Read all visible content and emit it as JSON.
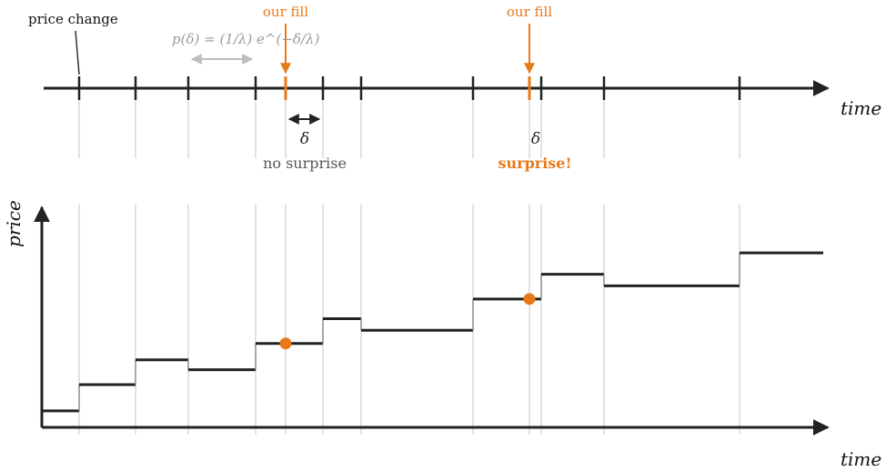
{
  "labels": {
    "price_change": "price change",
    "our_fill_1": "our fill",
    "our_fill_2": "our fill",
    "formula": "p(δ) = (1/λ) e^(−δ/λ)",
    "delta_1": "δ",
    "delta_2": "δ",
    "no_surprise": "no surprise",
    "surprise": "surprise!",
    "time_top": "time",
    "time_bottom": "time",
    "price_axis": "price"
  },
  "colors": {
    "ink": "#222222",
    "fill": "#e8791a",
    "guide": "#c4c4c4",
    "muted": "#555555",
    "formula": "#9a9a9a"
  },
  "timeline": {
    "price_changes": [
      87,
      149,
      207,
      281,
      355,
      397,
      520,
      595,
      664,
      813
    ],
    "fills": [
      314,
      582
    ]
  },
  "price_series": {
    "steps": [
      {
        "from": 47,
        "to": 87,
        "price": 1.0
      },
      {
        "from": 87,
        "to": 149,
        "price": 2.6
      },
      {
        "from": 149,
        "to": 207,
        "price": 4.1
      },
      {
        "from": 207,
        "to": 281,
        "price": 3.5
      },
      {
        "from": 281,
        "to": 355,
        "price": 5.1
      },
      {
        "from": 355,
        "to": 397,
        "price": 6.6
      },
      {
        "from": 397,
        "to": 520,
        "price": 5.9
      },
      {
        "from": 520,
        "to": 595,
        "price": 7.8
      },
      {
        "from": 595,
        "to": 664,
        "price": 9.3
      },
      {
        "from": 664,
        "to": 813,
        "price": 8.6
      },
      {
        "from": 813,
        "to": 905,
        "price": 10.6
      }
    ]
  }
}
